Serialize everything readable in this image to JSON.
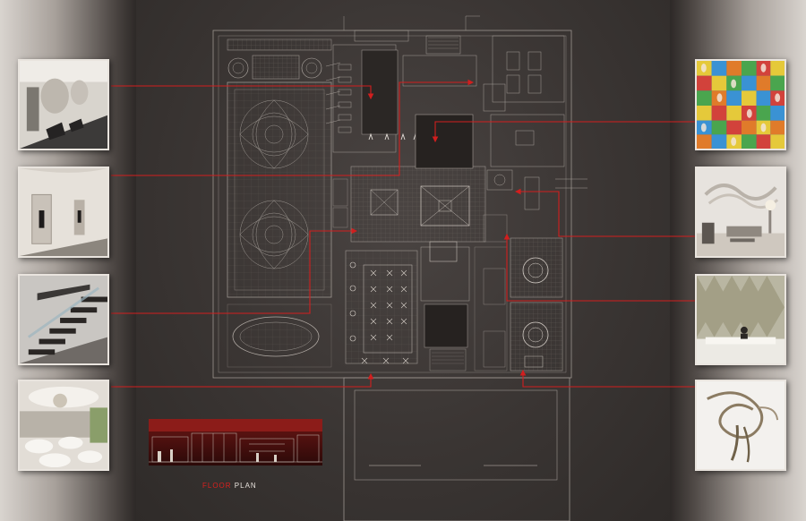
{
  "title": {
    "accent": "FLOOR",
    "rest": "PLAN"
  },
  "colors": {
    "background": "#3a3533",
    "linework": "#9c958f",
    "callout": "#d21e1e",
    "panel_light": "#d9d4cf"
  },
  "reference_images": {
    "left": [
      "gym-photo",
      "corridor-photo",
      "staircase-photo",
      "banquet-hall-photo"
    ],
    "right": [
      "footprint-rug-photo",
      "lounge-photo",
      "reception-photo",
      "ribbon-sculpture-photo"
    ]
  }
}
